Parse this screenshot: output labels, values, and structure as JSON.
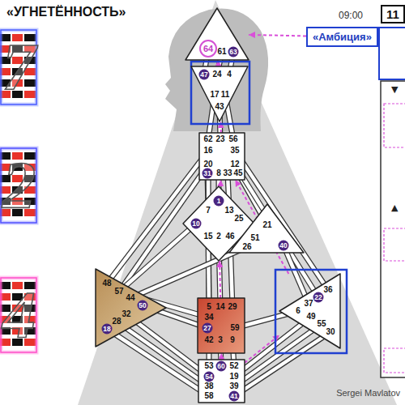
{
  "diagram": {
    "title": "«УГНЕТЁННОСТЬ»",
    "nodes": [
      {
        "text": [
          "64",
          "61",
          "63"
        ]
      },
      {
        "text": [
          "47",
          "24",
          "4",
          "17",
          "11",
          "43"
        ]
      },
      {
        "text": [
          "62",
          "23",
          "56",
          "16",
          "35",
          "20",
          "12",
          "31",
          "8",
          "33",
          "45"
        ]
      },
      {
        "text": [
          "1",
          "7",
          "13",
          "10",
          "25",
          "15",
          "2",
          "46"
        ]
      },
      {
        "text": [
          "21",
          "51",
          "26",
          "40"
        ]
      },
      {
        "text": [
          "48",
          "57",
          "44",
          "50",
          "32",
          "28",
          "18"
        ]
      },
      {
        "text": [
          "5",
          "14",
          "29",
          "34",
          "27",
          "59",
          "42",
          "3",
          "9"
        ]
      },
      {
        "text": [
          "36",
          "22",
          "37",
          "6",
          "49",
          "55",
          "30"
        ]
      },
      {
        "text": [
          "53",
          "60",
          "52",
          "54",
          "19",
          "38",
          "39",
          "58",
          "41"
        ]
      },
      {
        "text": [
          "«Амбиция»"
        ]
      },
      {
        "text": [
          "11"
        ]
      }
    ],
    "edges": [
      {
        "from": 0,
        "to": 1,
        "arrow": "none"
      },
      {
        "from": 0,
        "to": 1,
        "arrow": "none"
      },
      {
        "from": 0,
        "to": 1,
        "arrow": "none"
      },
      {
        "from": 1,
        "to": 2,
        "arrow": "none"
      },
      {
        "from": 1,
        "to": 2,
        "arrow": "none"
      },
      {
        "from": 1,
        "to": 2,
        "arrow": "none"
      },
      {
        "from": 2,
        "to": 3,
        "arrow": "none"
      },
      {
        "from": 2,
        "to": 3,
        "arrow": "none"
      },
      {
        "from": 2,
        "to": 3,
        "arrow": "none"
      },
      {
        "from": 2,
        "to": 5,
        "arrow": "none"
      },
      {
        "from": 2,
        "to": 5,
        "arrow": "none"
      },
      {
        "from": 2,
        "to": 6,
        "arrow": "none"
      },
      {
        "from": 2,
        "to": 4,
        "arrow": "none"
      },
      {
        "from": 2,
        "to": 7,
        "arrow": "none"
      },
      {
        "from": 2,
        "to": 7,
        "arrow": "none"
      },
      {
        "from": 3,
        "to": 6,
        "arrow": "none"
      },
      {
        "from": 3,
        "to": 6,
        "arrow": "none"
      },
      {
        "from": 3,
        "to": 6,
        "arrow": "none"
      },
      {
        "from": 3,
        "to": 4,
        "arrow": "none"
      },
      {
        "from": 3,
        "to": 5,
        "arrow": "none"
      },
      {
        "from": 4,
        "to": 5,
        "arrow": "none"
      },
      {
        "from": 4,
        "to": 7,
        "arrow": "none"
      },
      {
        "from": 6,
        "to": 5,
        "arrow": "none"
      },
      {
        "from": 6,
        "to": 5,
        "arrow": "none"
      },
      {
        "from": 6,
        "to": 7,
        "arrow": "none"
      },
      {
        "from": 6,
        "to": 8,
        "arrow": "none"
      },
      {
        "from": 6,
        "to": 8,
        "arrow": "none"
      },
      {
        "from": 6,
        "to": 8,
        "arrow": "none"
      },
      {
        "from": 5,
        "to": 8,
        "arrow": "none"
      },
      {
        "from": 5,
        "to": 8,
        "arrow": "none"
      },
      {
        "from": 5,
        "to": 8,
        "arrow": "none"
      },
      {
        "from": 7,
        "to": 8,
        "arrow": "none"
      },
      {
        "from": 7,
        "to": 8,
        "arrow": "none"
      },
      {
        "from": 7,
        "to": 8,
        "arrow": "none"
      },
      {
        "from": 9,
        "to": 0,
        "arrow": "to"
      },
      {
        "from": 8,
        "to": 6,
        "arrow": "to"
      },
      {
        "from": 6,
        "to": 3,
        "arrow": "to"
      },
      {
        "from": 3,
        "to": 2,
        "arrow": "to"
      },
      {
        "from": 2,
        "to": 1,
        "arrow": "to"
      },
      {
        "from": 1,
        "to": 0,
        "arrow": "to"
      },
      {
        "from": 8,
        "to": 7,
        "arrow": "to"
      },
      {
        "from": 7,
        "to": 2,
        "arrow": "to"
      }
    ],
    "labels": [
      "09:00",
      "▼",
      "▲",
      "7",
      "2",
      "4",
      "Sergei Mavlatov"
    ]
  }
}
